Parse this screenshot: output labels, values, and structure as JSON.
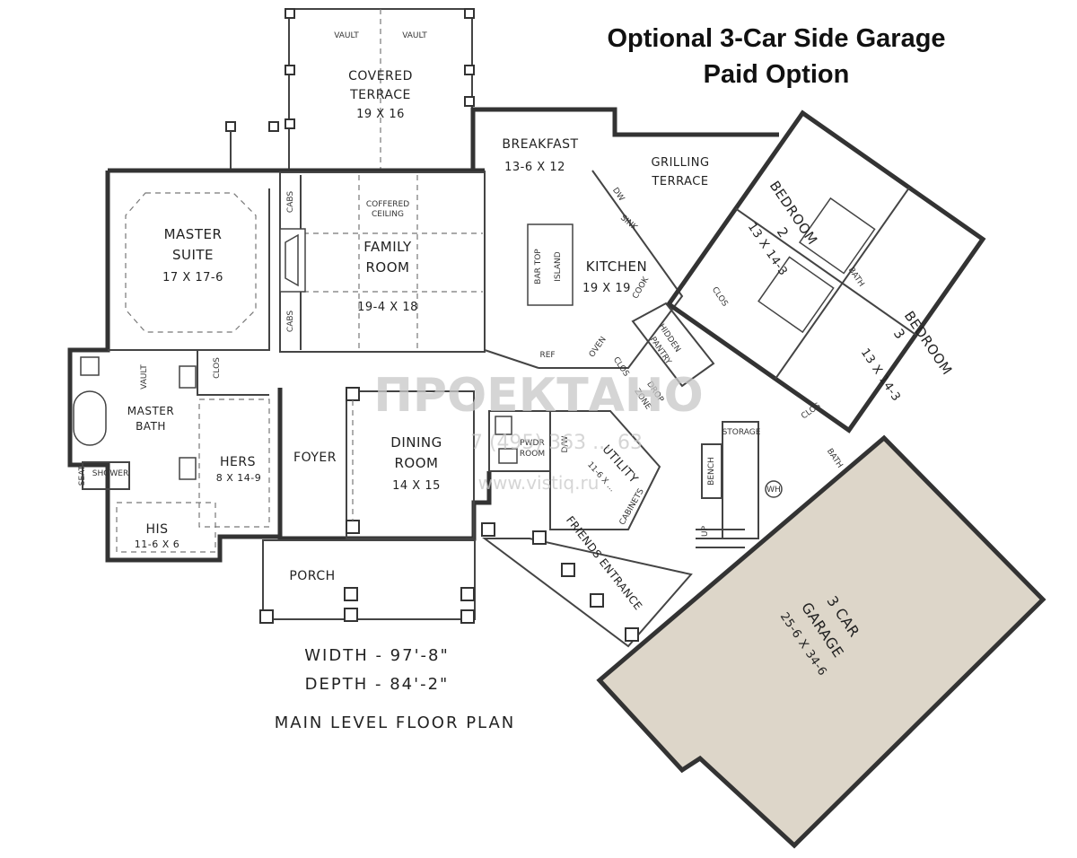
{
  "heading": {
    "line1": "Optional 3-Car Side Garage",
    "line2": "Paid Option"
  },
  "rooms": {
    "covered_terrace": {
      "name1": "COVERED",
      "name2": "TERRACE",
      "size": "19 X 16",
      "vault_left": "VAULT",
      "vault_right": "VAULT"
    },
    "breakfast": {
      "name": "BREAKFAST",
      "size": "13-6 X 12"
    },
    "grilling_terrace": {
      "name1": "GRILLING",
      "name2": "TERRACE"
    },
    "master_suite": {
      "name1": "MASTER",
      "name2": "SUITE",
      "size": "17 X 17-6"
    },
    "family_room": {
      "name1": "FAMILY",
      "name2": "ROOM",
      "size": "19-4 X 18",
      "ceiling1": "COFFERED",
      "ceiling2": "CEILING",
      "cabs": "CABS"
    },
    "kitchen": {
      "name": "KITCHEN",
      "size": "19 X 19",
      "bar_top": "BAR TOP",
      "island": "ISLAND",
      "dw": "DW",
      "sink": "SINK",
      "cook": "COOK",
      "oven": "OVEN",
      "ref": "REF"
    },
    "bedroom2": {
      "name1": "BEDROOM",
      "name2": "2",
      "size": "13 X 14-3",
      "bath": "BATH",
      "clos": "CLOS"
    },
    "bedroom3": {
      "name1": "BEDROOM",
      "name2": "3",
      "size": "13 X 14-3",
      "bath": "BATH",
      "clos": "CLOS"
    },
    "hidden_pantry": {
      "name1": "HIDDEN",
      "name2": "PANTRY"
    },
    "drop_zone": {
      "name1": "DROP",
      "name2": "ZONE",
      "clos": "CLOS"
    },
    "master_bath": {
      "name1": "MASTER",
      "name2": "BATH",
      "vault": "VAULT",
      "seat": "SEAT",
      "shower": "SHOWER",
      "clos": "CLOS"
    },
    "hers": {
      "name": "HERS",
      "size": "8 X 14-9"
    },
    "his": {
      "name": "HIS",
      "size": "11-6 X 6"
    },
    "foyer": {
      "name": "FOYER"
    },
    "dining_room": {
      "name1": "DINING",
      "name2": "ROOM",
      "size": "14 X 15"
    },
    "powder_room": {
      "name1": "PWDR",
      "name2": "ROOM"
    },
    "utility": {
      "name": "UTILITY",
      "size": "11-6 X ...",
      "dw": "D/W",
      "cabinets": "CABINETS"
    },
    "storage": {
      "name": "STORAGE"
    },
    "bench": {
      "name": "BENCH"
    },
    "stair": {
      "label": "UP"
    },
    "porch": {
      "name": "PORCH"
    },
    "friends_entrance": {
      "name": "FRIENDS ENTRANCE"
    },
    "garage": {
      "name1": "3 CAR",
      "name2": "GARAGE",
      "size": "25-6 X 34-6",
      "wh": "WH"
    }
  },
  "dimensions": {
    "width": "WIDTH - 97'-8\"",
    "depth": "DEPTH - 84'-2\""
  },
  "plan_title": "MAIN LEVEL FLOOR PLAN",
  "watermark": {
    "brand": "ПРОЕКТАНО",
    "phone": "7 (495) 363 ... 63",
    "site": "www.vistiq.ru"
  },
  "colors": {
    "garage_fill": "#ddd6c9",
    "wall": "#333333",
    "background": "#ffffff"
  }
}
